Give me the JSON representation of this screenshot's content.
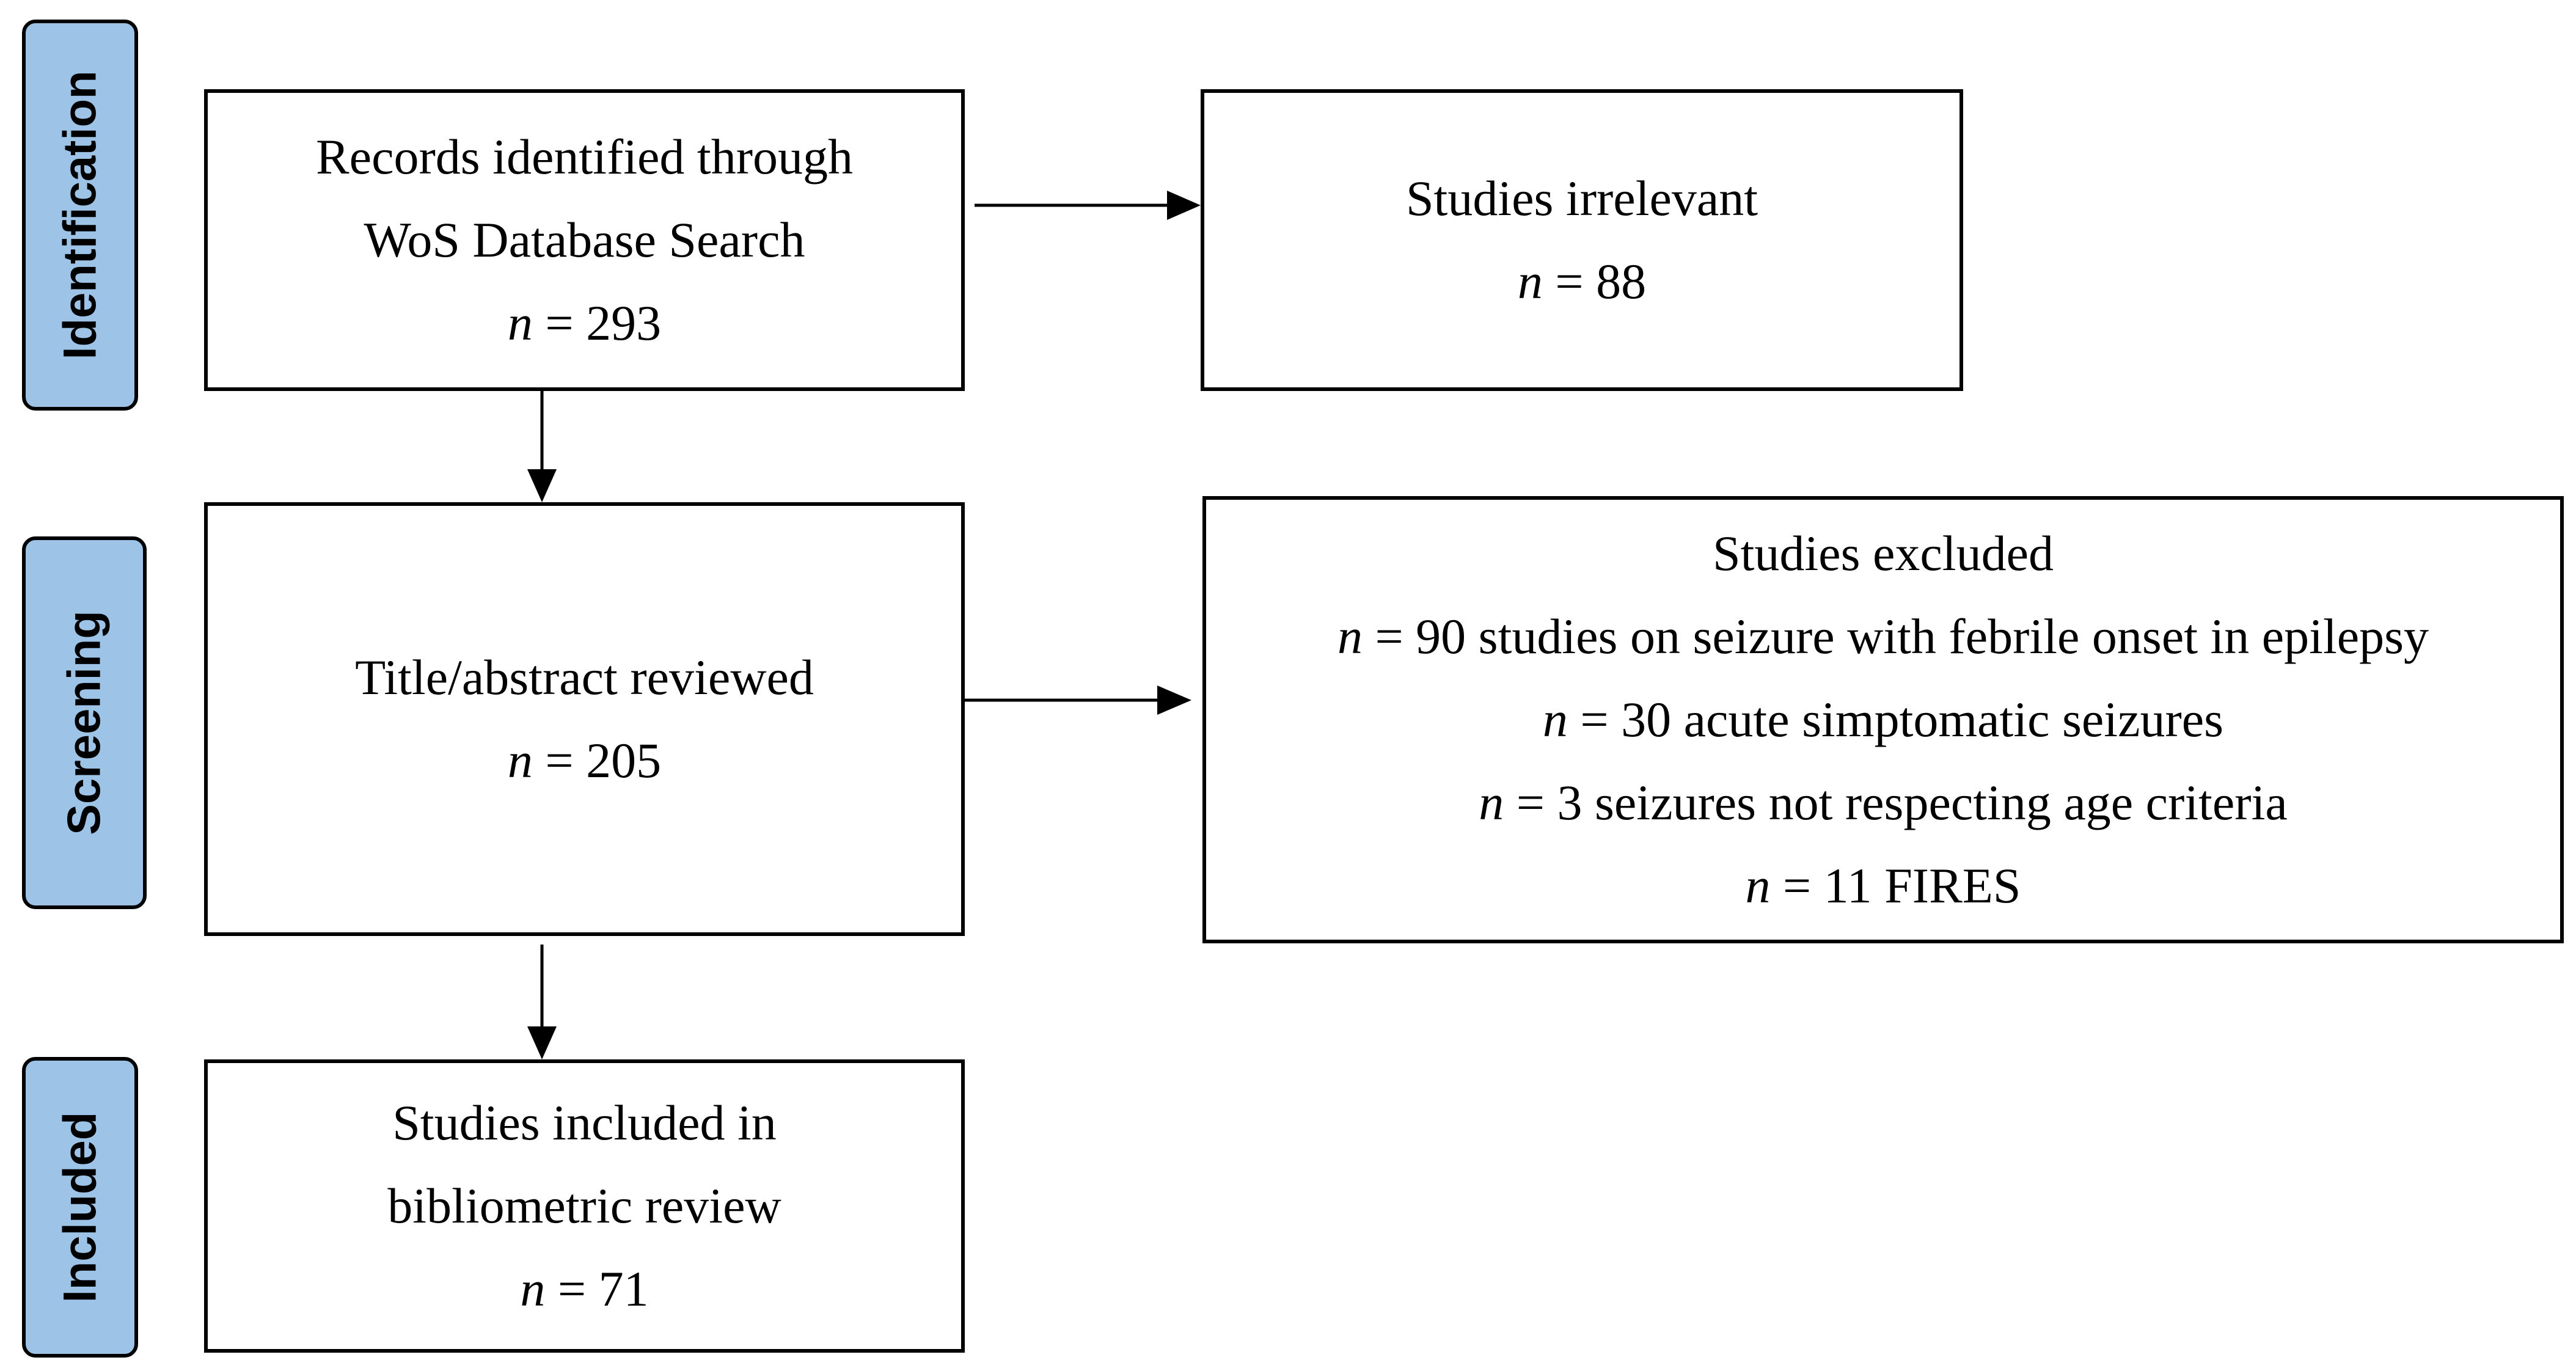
{
  "stages": {
    "identification": "Identification",
    "screening": "Screening",
    "included": "Included"
  },
  "boxes": {
    "records": {
      "line1": "Records identified through",
      "line2": "WoS Database Search",
      "n_label": "n",
      "n_value": " = 293"
    },
    "irrelevant": {
      "line1": "Studies irrelevant",
      "n_label": "n",
      "n_value": " = 88"
    },
    "reviewed": {
      "line1": "Title/abstract reviewed",
      "n_label": "n",
      "n_value": " = 205"
    },
    "excluded": {
      "line1": "Studies excluded",
      "items": [
        {
          "n_label": "n",
          "text": " = 90 studies on seizure with febrile onset in epilepsy"
        },
        {
          "n_label": "n",
          "text": " = 30 acute simptomatic seizures"
        },
        {
          "n_label": "n",
          "text": " = 3 seizures not respecting age criteria"
        },
        {
          "n_label": "n",
          "text": " = 11 FIRES"
        }
      ]
    },
    "included": {
      "line1": "Studies included in",
      "line2": "bibliometric review",
      "n_label": "n",
      "n_value": " = 71"
    }
  }
}
